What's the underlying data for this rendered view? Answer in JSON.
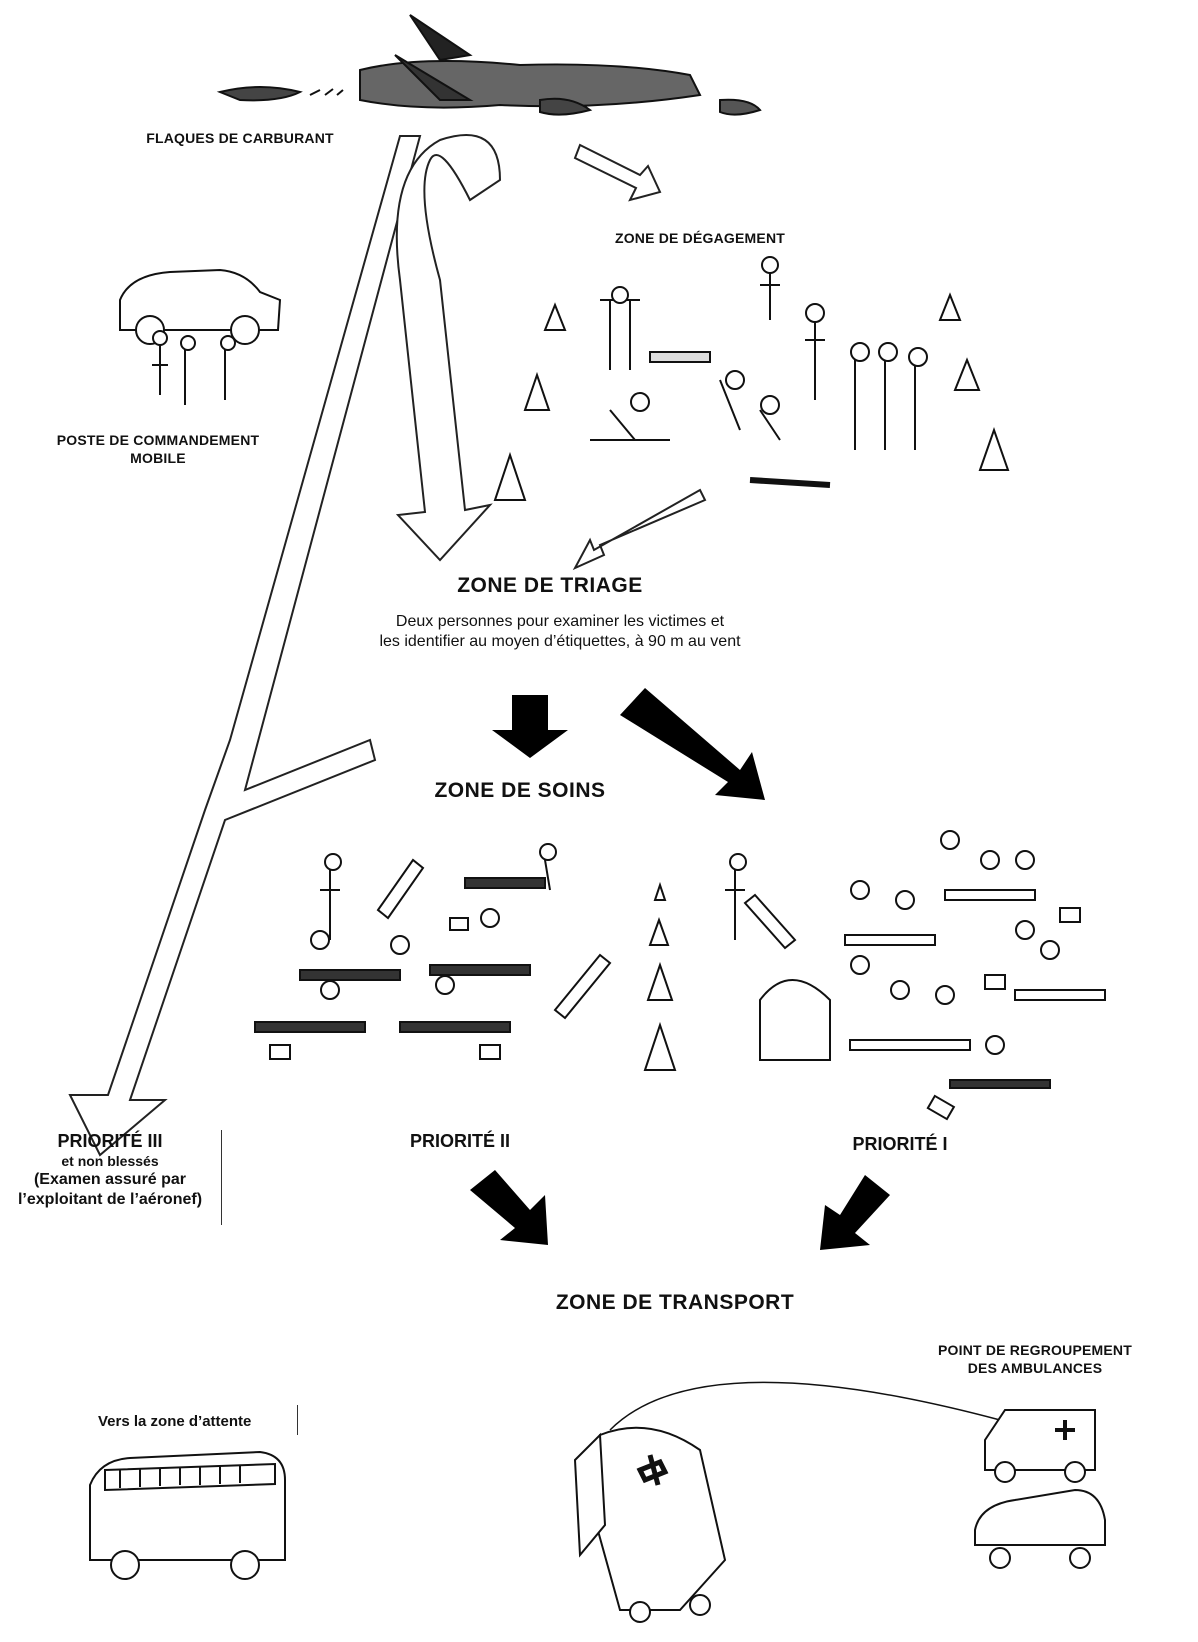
{
  "labels": {
    "fuel": "FLAQUES DE CARBURANT",
    "clearance": "ZONE DE DÉGAGEMENT",
    "command_post_line1": "POSTE DE COMMANDEMENT",
    "command_post_line2": "MOBILE",
    "triage_title": "ZONE DE TRIAGE",
    "triage_note_line1": "Deux personnes pour examiner les victimes et",
    "triage_note_line2": "les identifier au moyen d’étiquettes, à 90 m au vent",
    "care_zone": "ZONE  DE SOINS",
    "priority3_line1": "PRIORITÉ III",
    "priority3_line2": "et non blessés",
    "priority3_line3": "(Examen assuré par",
    "priority3_line4": "l’exploitant de l’aéronef)",
    "priority2": "PRIORITÉ II",
    "priority1": "PRIORITÉ I",
    "transport_zone": "ZONE DE TRANSPORT",
    "ambulance_point_line1": "POINT DE REGROUPEMENT",
    "ambulance_point_line2": "DES AMBULANCES",
    "waiting_zone": "Vers la zone d’attente"
  }
}
